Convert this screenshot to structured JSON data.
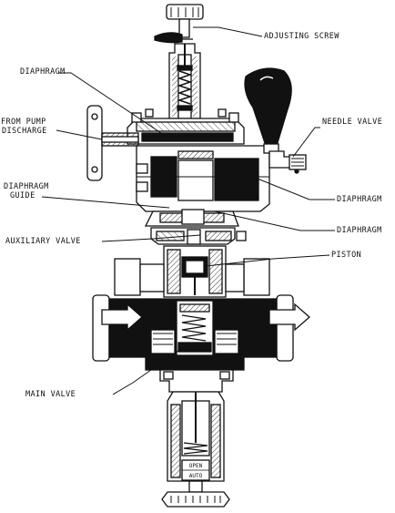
{
  "labels": {
    "adjusting_screw": "ADJUSTING SCREW",
    "diaphragm_upper_left": "DIAPHRAGM",
    "from_pump_line1": "FROM PUMP",
    "from_pump_line2": "DISCHARGE",
    "needle_valve": "NEEDLE VALVE",
    "diaphragm_guide_line1": "DIAPHRAGM",
    "diaphragm_guide_line2": "GUIDE",
    "diaphragm_right_upper": "DIAPHRAGM",
    "diaphragm_right_lower": "DIAPHRAGM",
    "auxiliary_valve": "AUXILIARY VALVE",
    "piston": "PISTON",
    "main_valve": "MAIN VALVE",
    "plate_open": "OPEN",
    "plate_auto": "AUTO"
  }
}
